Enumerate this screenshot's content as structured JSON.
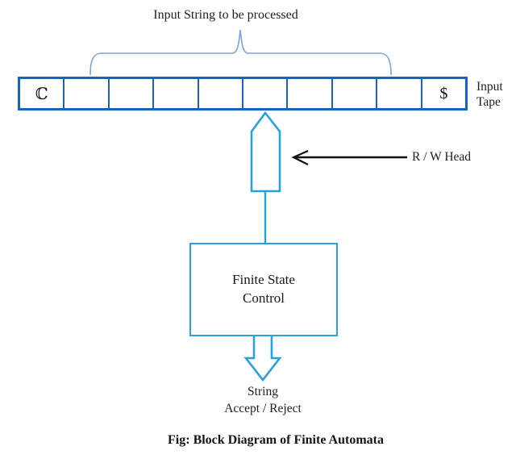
{
  "labels": {
    "input_string": "Input String to be processed",
    "rw_head": "R / W Head",
    "output_line1": "String",
    "output_line2": "Accept / Reject",
    "caption": "Fig: Block Diagram of Finite Automata"
  },
  "tape": {
    "cells": [
      "ℂ",
      "",
      "",
      "",
      "",
      "",
      "",
      "",
      "",
      "$"
    ],
    "label_line1": "Input",
    "label_line2": "Tape"
  },
  "control": {
    "line1": "Finite State",
    "line2": "Control"
  },
  "colors": {
    "tape_border": "#1565c0",
    "brace": "#7aa7dc",
    "control_outline": "#2aa0dc",
    "arrow_black": "#111111",
    "text": "#1f1f1f"
  }
}
